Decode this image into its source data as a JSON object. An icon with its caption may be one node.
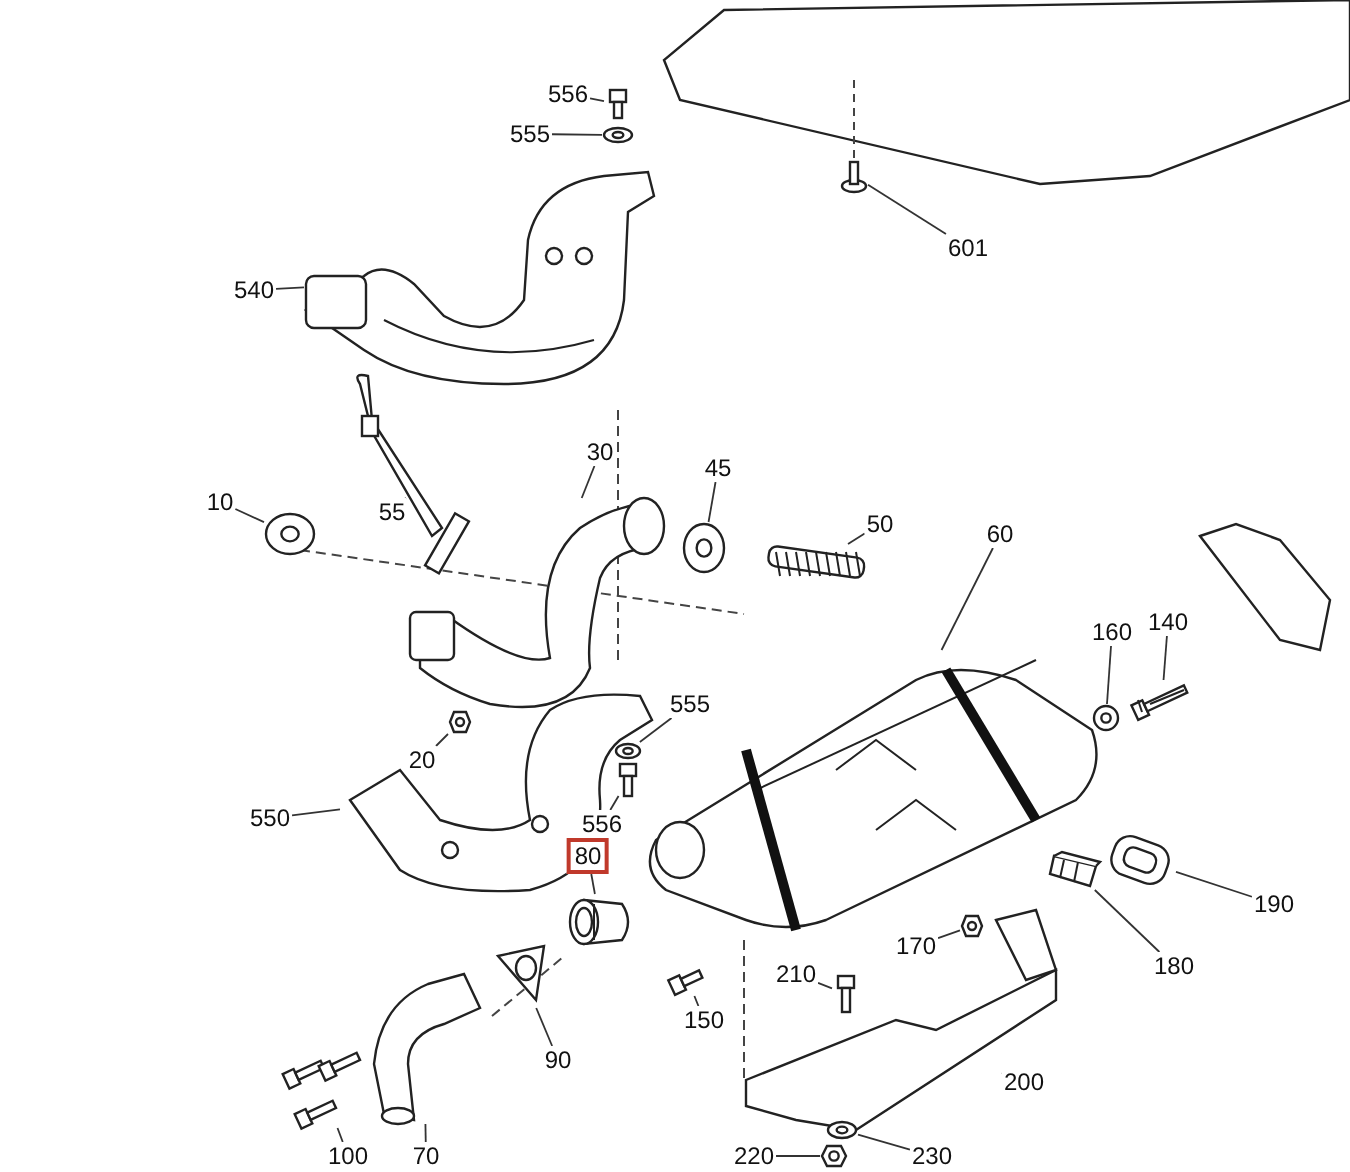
{
  "diagram": {
    "nodes": [
      {
        "text": [
          "556"
        ]
      },
      {
        "text": [
          "555"
        ]
      },
      {
        "text": [
          "540"
        ]
      },
      {
        "text": [
          "30"
        ]
      },
      {
        "text": [
          "55"
        ]
      },
      {
        "text": [
          "10"
        ]
      },
      {
        "text": [
          "45"
        ]
      },
      {
        "text": [
          "50"
        ]
      },
      {
        "text": [
          "60"
        ]
      },
      {
        "text": [
          "601"
        ]
      },
      {
        "text": [
          "160"
        ]
      },
      {
        "text": [
          "140"
        ]
      },
      {
        "text": [
          "555"
        ]
      },
      {
        "text": [
          "20"
        ]
      },
      {
        "text": [
          "550"
        ]
      },
      {
        "text": [
          "556"
        ]
      },
      {
        "text": [
          "80"
        ]
      },
      {
        "text": [
          "170"
        ]
      },
      {
        "text": [
          "180"
        ]
      },
      {
        "text": [
          "190"
        ]
      },
      {
        "text": [
          "210"
        ]
      },
      {
        "text": [
          "150"
        ]
      },
      {
        "text": [
          "90"
        ]
      },
      {
        "text": [
          "200"
        ]
      },
      {
        "text": [
          "100"
        ]
      },
      {
        "text": [
          "70"
        ]
      },
      {
        "text": [
          "220"
        ]
      },
      {
        "text": [
          "230"
        ]
      },
      {
        "text": [],
        "shape": "picture"
      },
      {
        "text": [],
        "shape": "picture"
      },
      {
        "text": [],
        "shape": "picture"
      },
      {
        "text": [],
        "shape": "picture"
      },
      {
        "text": [],
        "shape": "picture"
      },
      {
        "text": [],
        "shape": "picture"
      },
      {
        "text": [],
        "shape": "picture"
      },
      {
        "text": [],
        "shape": "picture"
      },
      {
        "text": [],
        "shape": "picture"
      },
      {
        "text": [],
        "shape": "picture"
      },
      {
        "text": [],
        "shape": "picture"
      },
      {
        "text": [],
        "shape": "picture"
      },
      {
        "text": [],
        "shape": "picture"
      },
      {
        "text": [],
        "shape": "picture"
      },
      {
        "text": [],
        "shape": "picture"
      },
      {
        "text": [],
        "shape": "picture"
      },
      {
        "text": [],
        "shape": "picture"
      },
      {
        "text": [],
        "shape": "picture"
      },
      {
        "text": [],
        "shape": "picture"
      },
      {
        "text": [],
        "shape": "picture"
      },
      {
        "text": [],
        "shape": "picture"
      },
      {
        "text": [],
        "shape": "picture"
      },
      {
        "text": [],
        "shape": "picture"
      },
      {
        "text": [],
        "shape": "picture"
      },
      {
        "text": [],
        "shape": "picture"
      },
      {
        "text": [],
        "shape": "picture"
      },
      {
        "text": [],
        "shape": "picture"
      },
      {
        "text": [],
        "shape": "picture"
      }
    ],
    "edges": [
      {
        "from": 0,
        "to": 28,
        "arrow": "none"
      },
      {
        "from": 1,
        "to": 29,
        "arrow": "none"
      },
      {
        "from": 2,
        "to": 30,
        "arrow": "none"
      },
      {
        "from": 3,
        "to": 31,
        "arrow": "none"
      },
      {
        "from": 4,
        "to": 32,
        "arrow": "none"
      },
      {
        "from": 5,
        "to": 33,
        "arrow": "none"
      },
      {
        "from": 6,
        "to": 34,
        "arrow": "none"
      },
      {
        "from": 7,
        "to": 35,
        "arrow": "none"
      },
      {
        "from": 8,
        "to": 36,
        "arrow": "none"
      },
      {
        "from": 9,
        "to": 37,
        "arrow": "none"
      },
      {
        "from": 10,
        "to": 38,
        "arrow": "none"
      },
      {
        "from": 11,
        "to": 39,
        "arrow": "none"
      },
      {
        "from": 12,
        "to": 40,
        "arrow": "none"
      },
      {
        "from": 13,
        "to": 41,
        "arrow": "none"
      },
      {
        "from": 14,
        "to": 42,
        "arrow": "none"
      },
      {
        "from": 15,
        "to": 43,
        "arrow": "none"
      },
      {
        "from": 16,
        "to": 44,
        "arrow": "none"
      },
      {
        "from": 17,
        "to": 45,
        "arrow": "none"
      },
      {
        "from": 18,
        "to": 46,
        "arrow": "none"
      },
      {
        "from": 19,
        "to": 47,
        "arrow": "none"
      },
      {
        "from": 20,
        "to": 48,
        "arrow": "none"
      },
      {
        "from": 21,
        "to": 49,
        "arrow": "none"
      },
      {
        "from": 22,
        "to": 50,
        "arrow": "none"
      },
      {
        "from": 23,
        "to": 51,
        "arrow": "none"
      },
      {
        "from": 24,
        "to": 52,
        "arrow": "none"
      },
      {
        "from": 25,
        "to": 53,
        "arrow": "none"
      },
      {
        "from": 26,
        "to": 54,
        "arrow": "none"
      },
      {
        "from": 27,
        "to": 55,
        "arrow": "none"
      }
    ]
  }
}
